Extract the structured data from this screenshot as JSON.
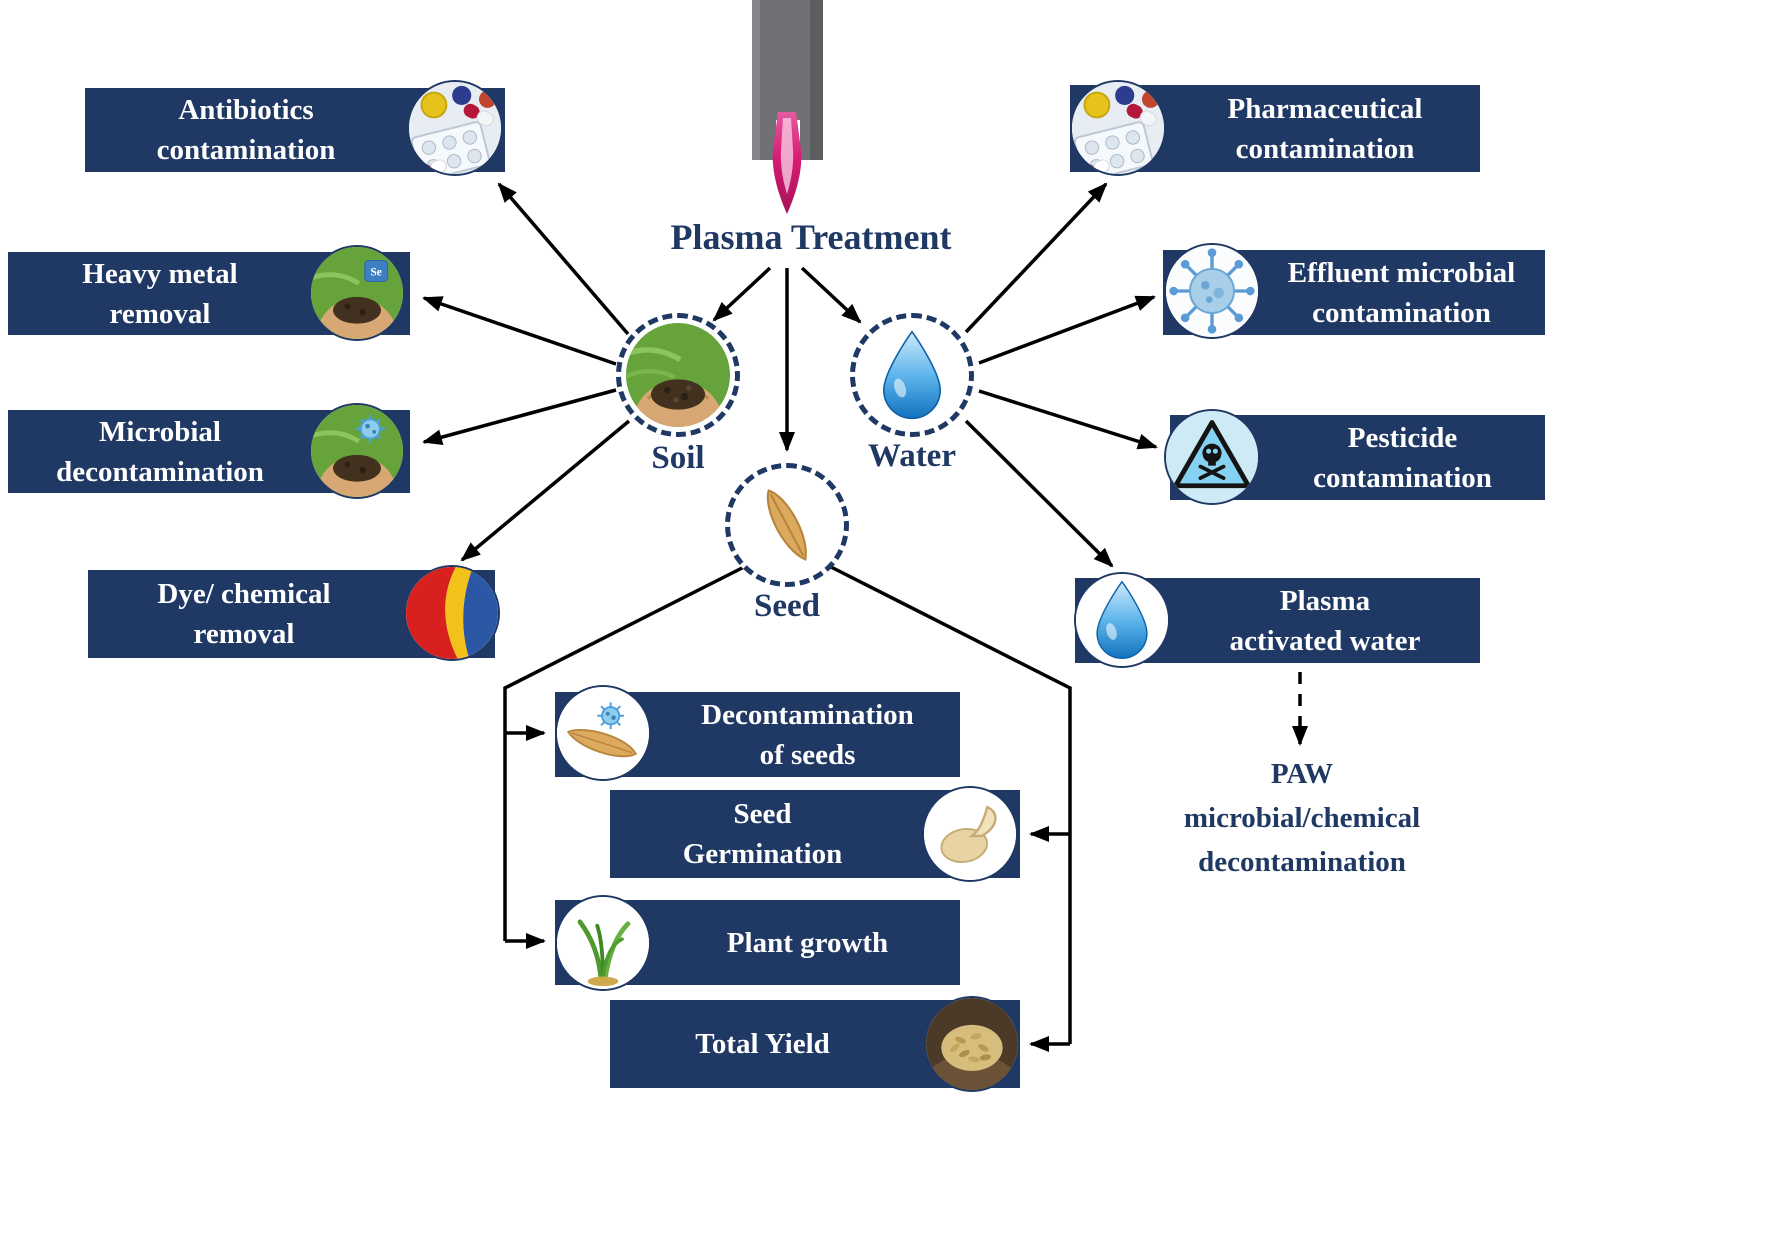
{
  "title": "Plasma Treatment",
  "nodes": {
    "soil": "Soil",
    "water": "Water",
    "seed": "Seed"
  },
  "soil_branches": [
    {
      "line1": "Antibiotics",
      "line2": "contamination",
      "icon": "pills-icon"
    },
    {
      "line1": "Heavy metal",
      "line2": "removal",
      "icon": "hands-soil-selenium-icon"
    },
    {
      "line1": "Microbial",
      "line2": "decontamination",
      "icon": "hands-soil-microbe-icon"
    },
    {
      "line1": "Dye/ chemical",
      "line2": "removal",
      "icon": "dye-splash-icon"
    }
  ],
  "water_branches": [
    {
      "line1": "Pharmaceutical",
      "line2": "contamination",
      "icon": "pills-icon"
    },
    {
      "line1": "Effluent microbial",
      "line2": "contamination",
      "icon": "virus-icon"
    },
    {
      "line1": "Pesticide",
      "line2": "contamination",
      "icon": "poison-warning-icon"
    },
    {
      "line1": "Plasma",
      "line2": "activated water",
      "icon": "water-drop-icon"
    }
  ],
  "seed_branches": [
    {
      "line1": "Decontamination",
      "line2": "of seeds",
      "icon": "seed-microbe-icon"
    },
    {
      "line1": "Seed",
      "line2": "Germination",
      "icon": "germinating-seed-icon"
    },
    {
      "line1": "Plant growth",
      "line2": "",
      "icon": "seedling-icon"
    },
    {
      "line1": "Total Yield",
      "line2": "",
      "icon": "grain-harvest-icon"
    }
  ],
  "paw_note": {
    "line1": "PAW",
    "line2": "microbial/chemical",
    "line3": "decontamination"
  },
  "selenium_symbol": "Se",
  "colors": {
    "box_bg": "#1f3864",
    "box_text": "#ffffff",
    "label_text": "#1f3864",
    "arrow": "#000000"
  }
}
